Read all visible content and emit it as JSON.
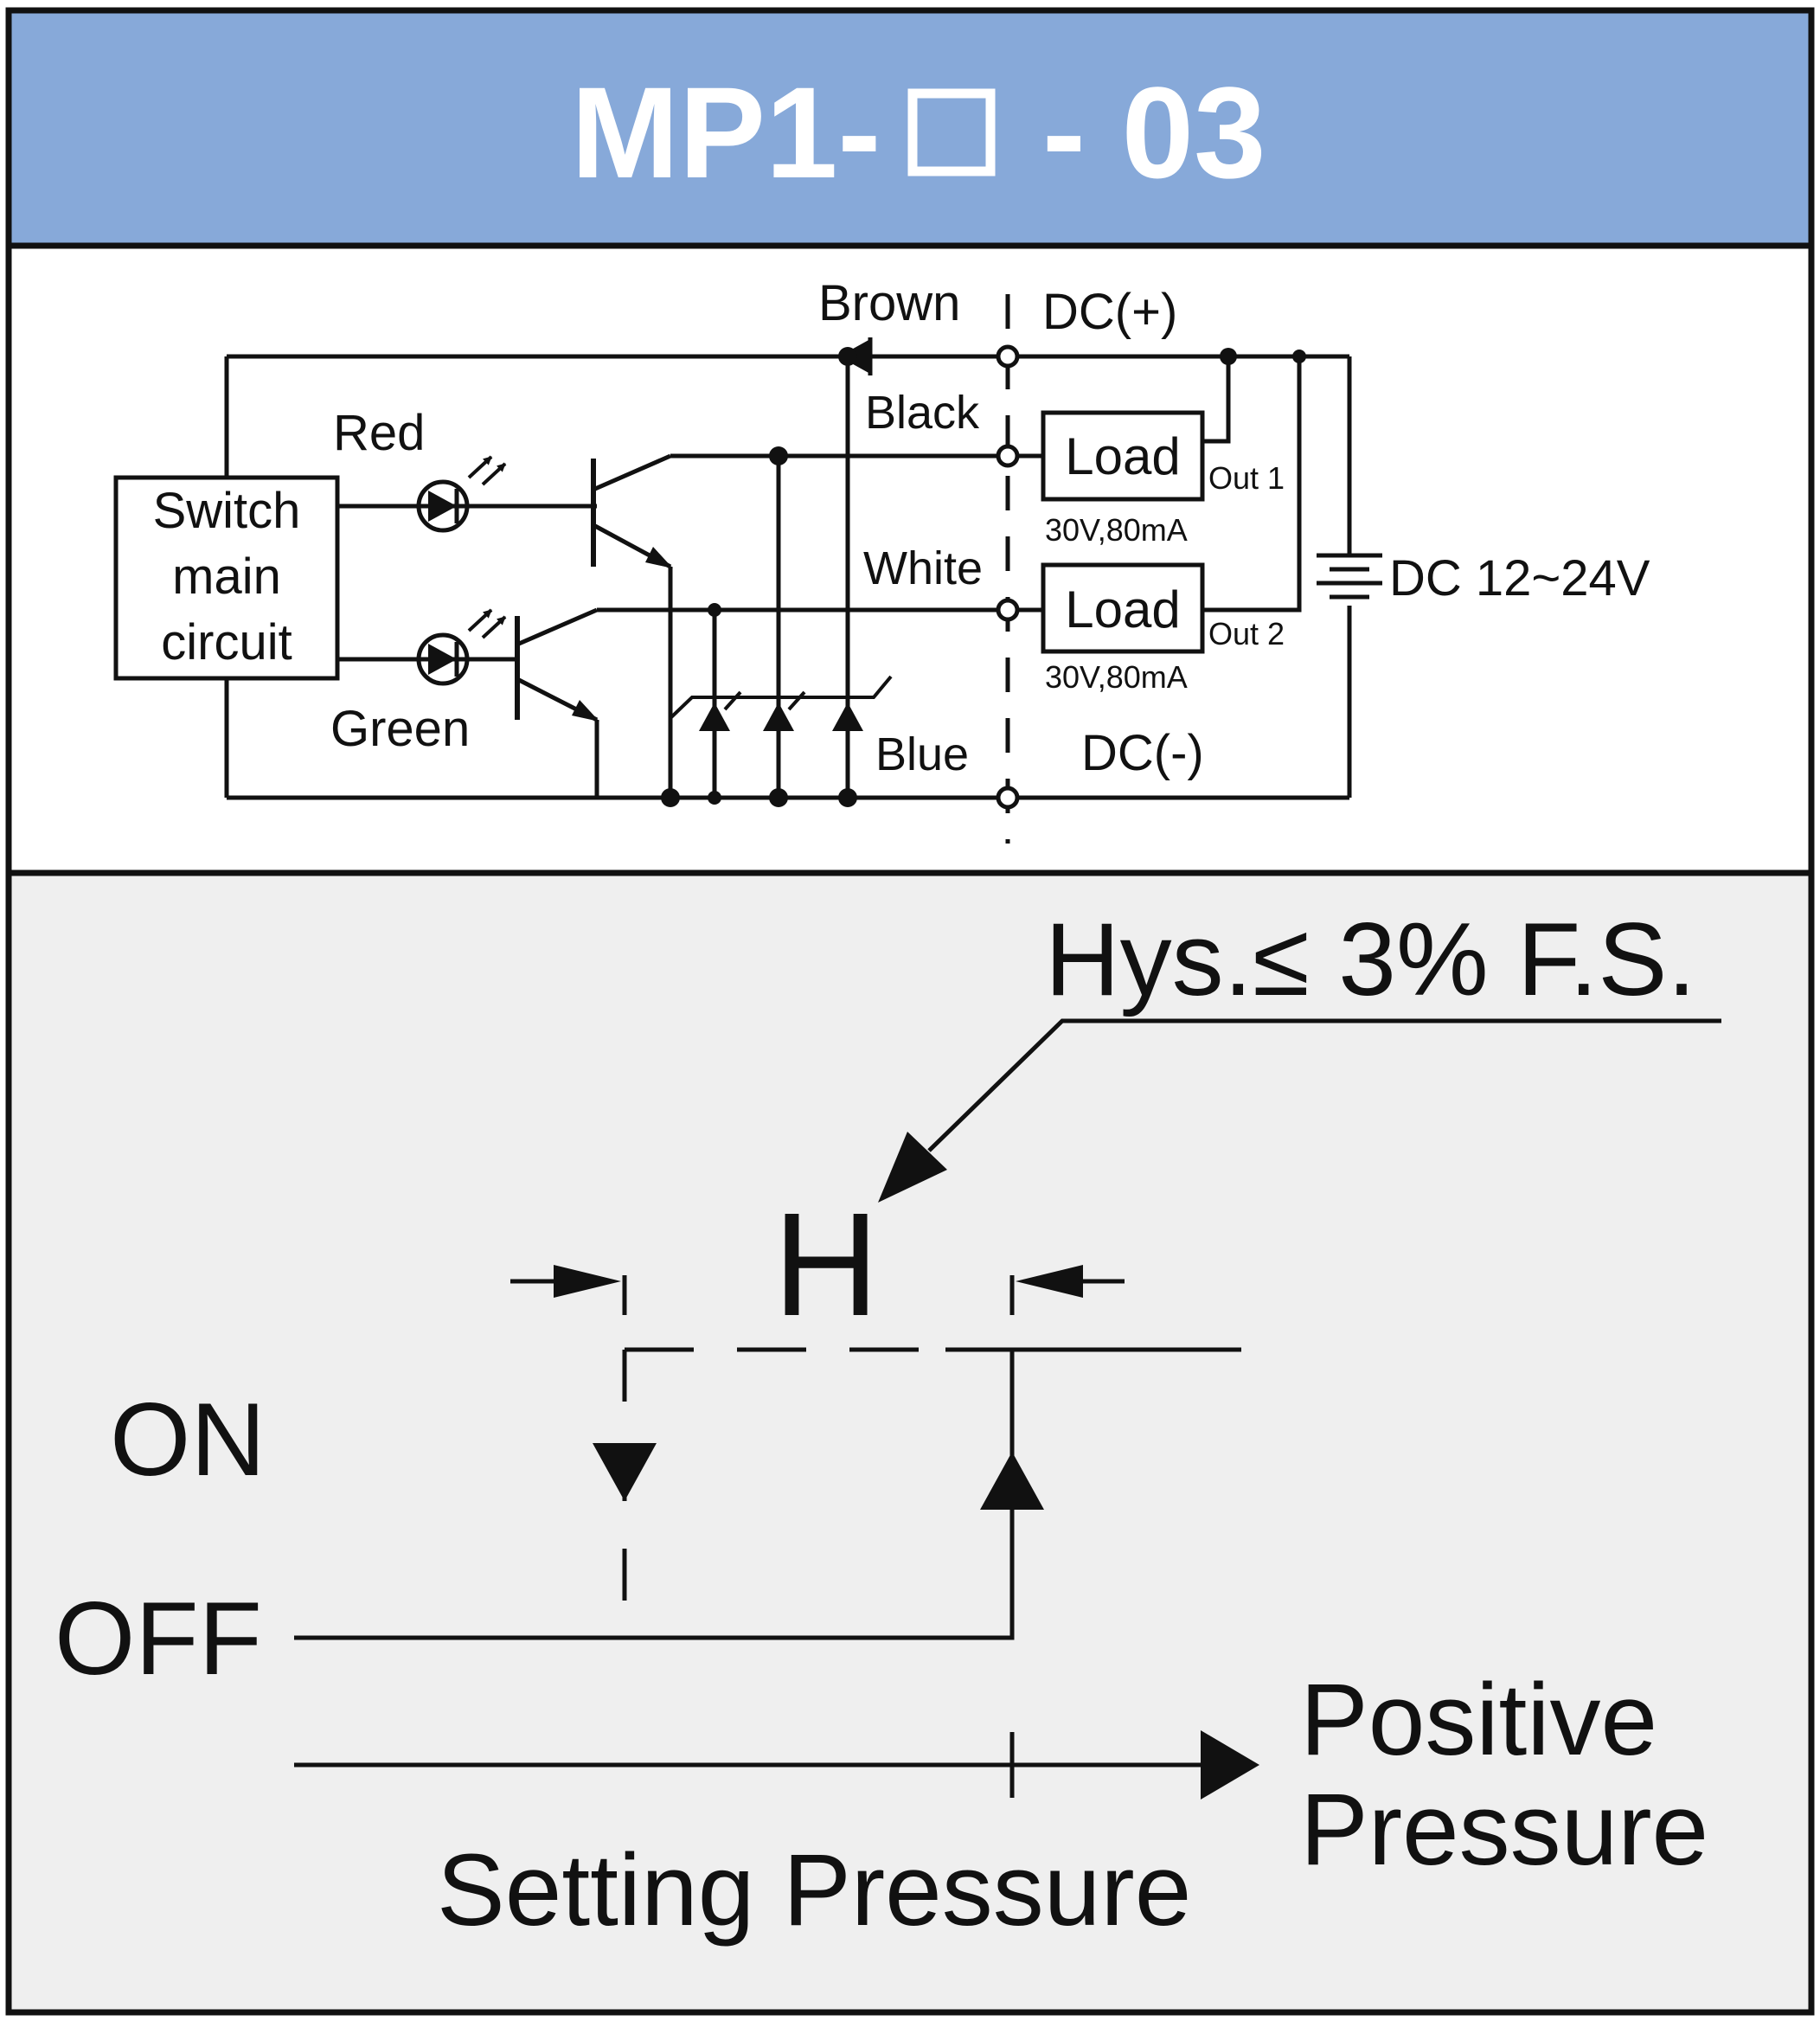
{
  "title": {
    "prefix": "MP1-",
    "box": "□",
    "suffix": "- 03",
    "background_color": "#87a9d9"
  },
  "wiring": {
    "switch_block": [
      "Switch",
      "main",
      "circuit"
    ],
    "led_red": "Red",
    "led_green": "Green",
    "wire_brown": "Brown",
    "wire_black": "Black",
    "wire_white": "White",
    "wire_blue": "Blue",
    "dc_plus": "DC(+)",
    "dc_minus": "DC(-)",
    "load_1": "Load",
    "load_2": "Load",
    "load_1_rating": "30V,80mA",
    "load_2_rating": "30V,80mA",
    "out_1": "Out 1",
    "out_2": "Out 2",
    "supply": "DC 12~24V"
  },
  "hysteresis": {
    "background_color": "#efefef",
    "spec": "Hys.≤ 3% F.S.",
    "h_label": "H",
    "on_label": "ON",
    "off_label": "OFF",
    "axis_label": "Positive Pressure",
    "axis_label_lines": [
      "Positive",
      "Pressure"
    ],
    "setting_label": "Setting Pressure"
  }
}
